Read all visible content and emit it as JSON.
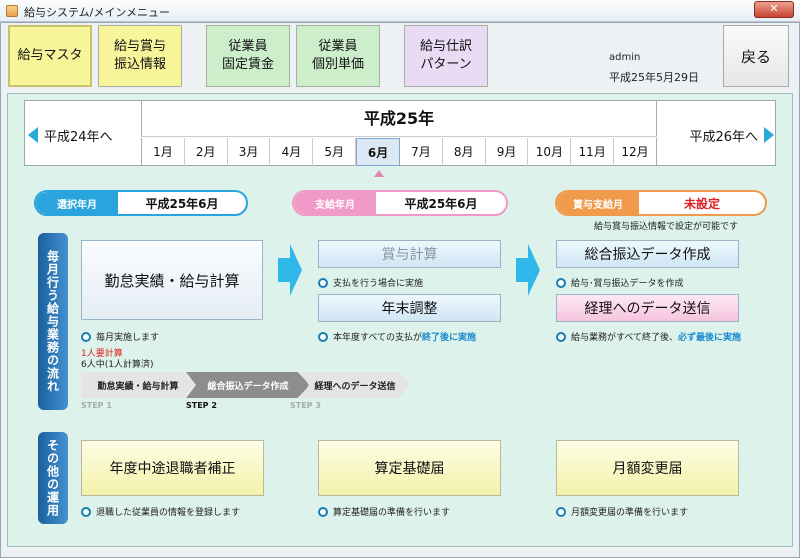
{
  "window": {
    "title": "給与システム/メインメニュー"
  },
  "menu": {
    "payroll_master": "給与マスタ",
    "bonus_transfer": [
      "給与賞与",
      "振込情報"
    ],
    "fixed_wage": [
      "従業員",
      "固定賃金"
    ],
    "unit_price": [
      "従業員",
      "個別単価"
    ],
    "pattern": [
      "給与仕訳",
      "パターン"
    ],
    "back": "戻る"
  },
  "user": {
    "name": "admin",
    "date": "平成25年5月29日"
  },
  "calendar": {
    "year": "平成25年",
    "prev_year": "平成24年へ",
    "next_year": "平成26年へ",
    "months": [
      "1月",
      "2月",
      "3月",
      "4月",
      "5月",
      "6月",
      "7月",
      "8月",
      "9月",
      "10月",
      "11月",
      "12月"
    ],
    "selected_month": "6月"
  },
  "status": {
    "selected_label": "選択年月",
    "selected_value": "平成25年6月",
    "paid_label": "支給年月",
    "paid_value": "平成25年6月",
    "bonus_label": "賞与支給月",
    "bonus_value": "未設定",
    "bonus_note": "給与賞与振込情報で設定が可能です"
  },
  "monthly_flow": {
    "label": "毎月行う給与業務の流れ",
    "attendance": "勤怠実績・給与計算",
    "attendance_note": "毎月実施します",
    "status_red": "1人要計算",
    "status_count": "6人中(1人計算済)",
    "bonus_calc": "賞与計算",
    "bonus_calc_note": "支払を行う場合に実施",
    "year_end": "年末調整",
    "year_end_note_pre": "本年度すべての支払が",
    "year_end_note_em": "終了後に実施",
    "transfer_data": "総合振込データ作成",
    "transfer_note": "給与･賞与振込データを作成",
    "send_accounting": "経理へのデータ送信",
    "send_note_pre": "給与業務がすべて終了後、",
    "send_note_em": "必ず最後に実施"
  },
  "steps": {
    "step1": "勤怠実績・給与計算",
    "step2": "総合振込データ作成",
    "step3": "経理へのデータ送信",
    "cap1": "STEP 1",
    "cap2": "STEP 2",
    "cap3": "STEP 3"
  },
  "other": {
    "label": "その他の運用",
    "retire": "年度中途退職者補正",
    "retire_note": "退職した従業員の情報を登録します",
    "basis": "算定基礎届",
    "basis_note": "算定基礎届の準備を行います",
    "monthly_change": "月額変更届",
    "monthly_change_note": "月額変更届の準備を行います"
  },
  "colors": {
    "accent_blue": "#2aa4dc",
    "accent_pink": "#f09ac8",
    "accent_orange": "#f09a4c",
    "alert_red": "#e02020"
  }
}
